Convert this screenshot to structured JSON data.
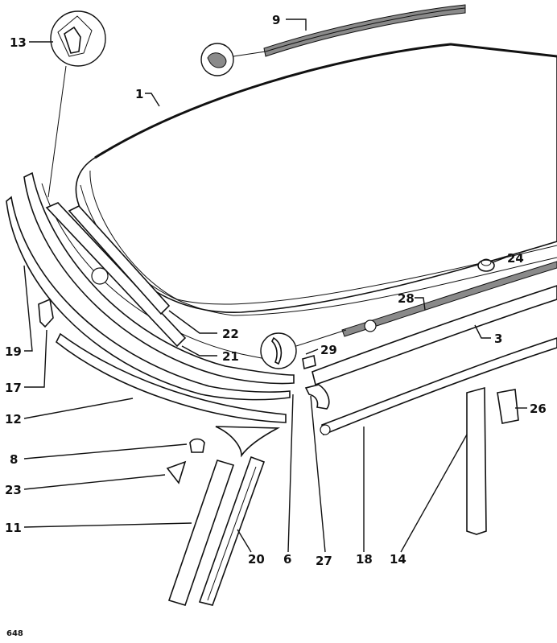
{
  "figure_number": "648",
  "callouts": {
    "c1": "1",
    "c3": "3",
    "c6": "6",
    "c8": "8",
    "c9": "9",
    "c11": "11",
    "c12": "12",
    "c13": "13",
    "c14": "14",
    "c17": "17",
    "c18": "18",
    "c19": "19",
    "c20": "20",
    "c21": "21",
    "c22": "22",
    "c23": "23",
    "c24": "24",
    "c26": "26",
    "c27": "27",
    "c28": "28",
    "c29": "29"
  }
}
